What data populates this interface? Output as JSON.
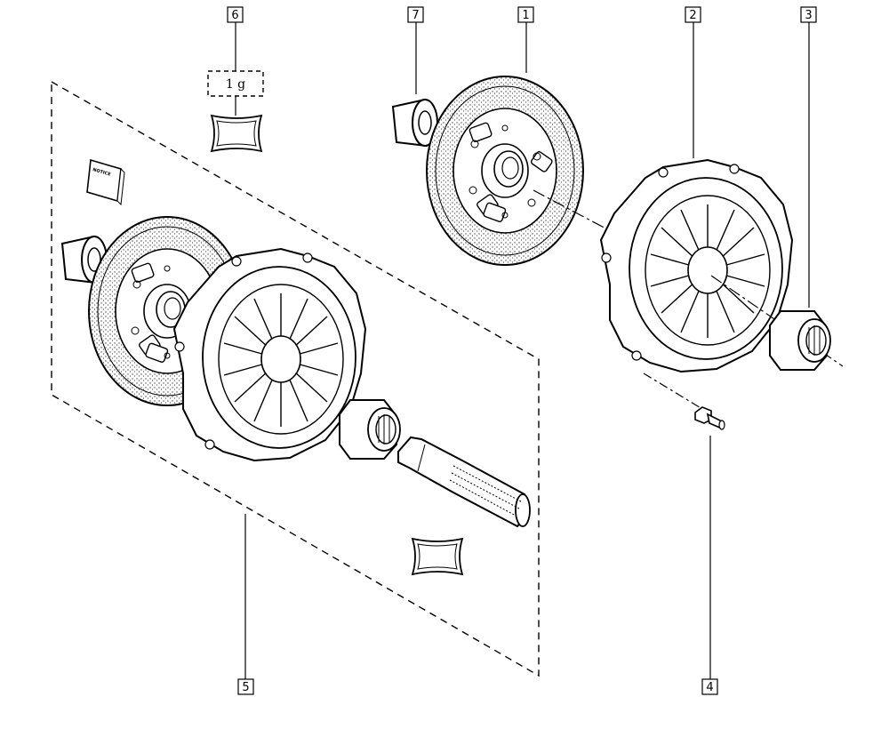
{
  "diagram": {
    "callouts": {
      "c1": "1",
      "c2": "2",
      "c3": "3",
      "c4": "4",
      "c5": "5",
      "c6": "6",
      "c7": "7"
    },
    "grease_quantity": "1 g",
    "notice_label": "NOTICE"
  },
  "colors": {
    "line": "#000000",
    "background": "#ffffff",
    "part_fill": "#ffffff",
    "stipple": "#555555"
  }
}
